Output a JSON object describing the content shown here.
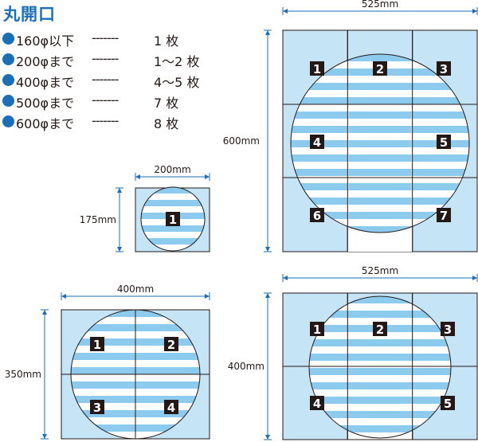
{
  "title": "丸開口",
  "legend": [
    {
      "size": "160φ以下",
      "dashes": "-------",
      "count": "1 枚"
    },
    {
      "size": "200φまで",
      "dashes": "-------",
      "count": "1～2 枚"
    },
    {
      "size": "400φまで",
      "dashes": "-------",
      "count": "4～5 枚"
    },
    {
      "size": "500φまで",
      "dashes": "-------",
      "count": "7 枚"
    },
    {
      "size": "600φまで",
      "dashes": "-------",
      "count": "8 枚"
    }
  ],
  "colors": {
    "panel": "#c5e5f7",
    "stripe": "#8ccbee",
    "line": "#231815",
    "dim": "#1a6fb8",
    "badge": "#231815"
  },
  "diagrams": {
    "small": {
      "width_label": "200mm",
      "height_label": "175mm",
      "numbers": [
        "1"
      ]
    },
    "big_top": {
      "width_label": "525mm",
      "height_label": "600mm",
      "numbers": [
        "1",
        "2",
        "3",
        "4",
        "5",
        "6",
        "7"
      ]
    },
    "mid_left": {
      "width_label": "400mm",
      "height_label": "350mm",
      "numbers": [
        "1",
        "2",
        "3",
        "4"
      ]
    },
    "mid_right": {
      "width_label": "525mm",
      "height_label": "400mm",
      "numbers": [
        "1",
        "2",
        "3",
        "4",
        "5"
      ]
    }
  }
}
